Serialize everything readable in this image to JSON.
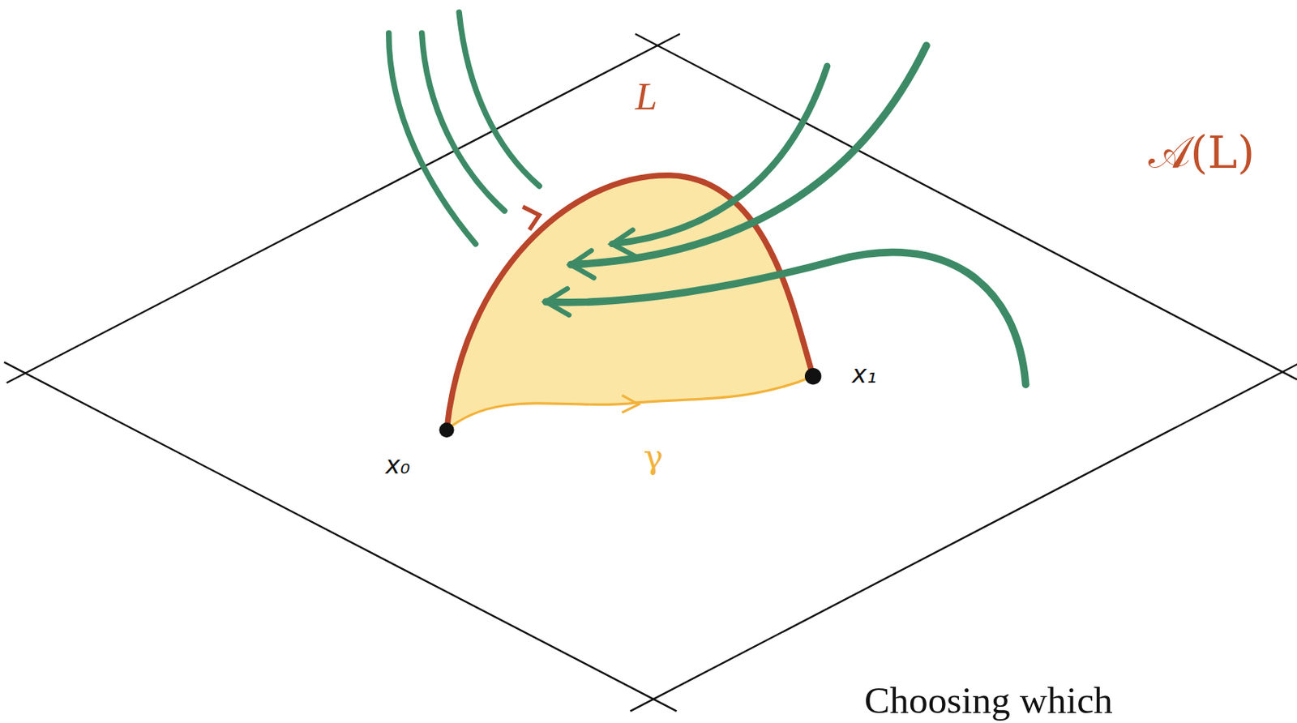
{
  "diagram": {
    "labels": [
      "L",
      "𝒜(L)",
      "x₀",
      "x₁",
      "γ",
      "Choosing which"
    ]
  }
}
